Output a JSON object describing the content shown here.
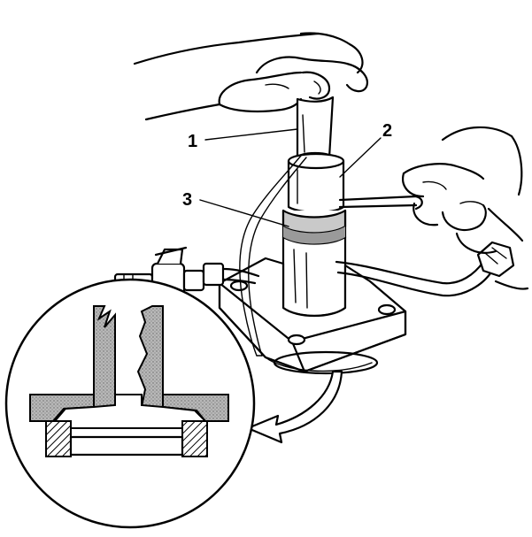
{
  "callouts": {
    "one": "1",
    "two": "2",
    "three": "3"
  },
  "colors": {
    "ink": "#000000",
    "shade": "#9a9a9a",
    "light": "#c9c9c9",
    "paper": "#ffffff"
  }
}
